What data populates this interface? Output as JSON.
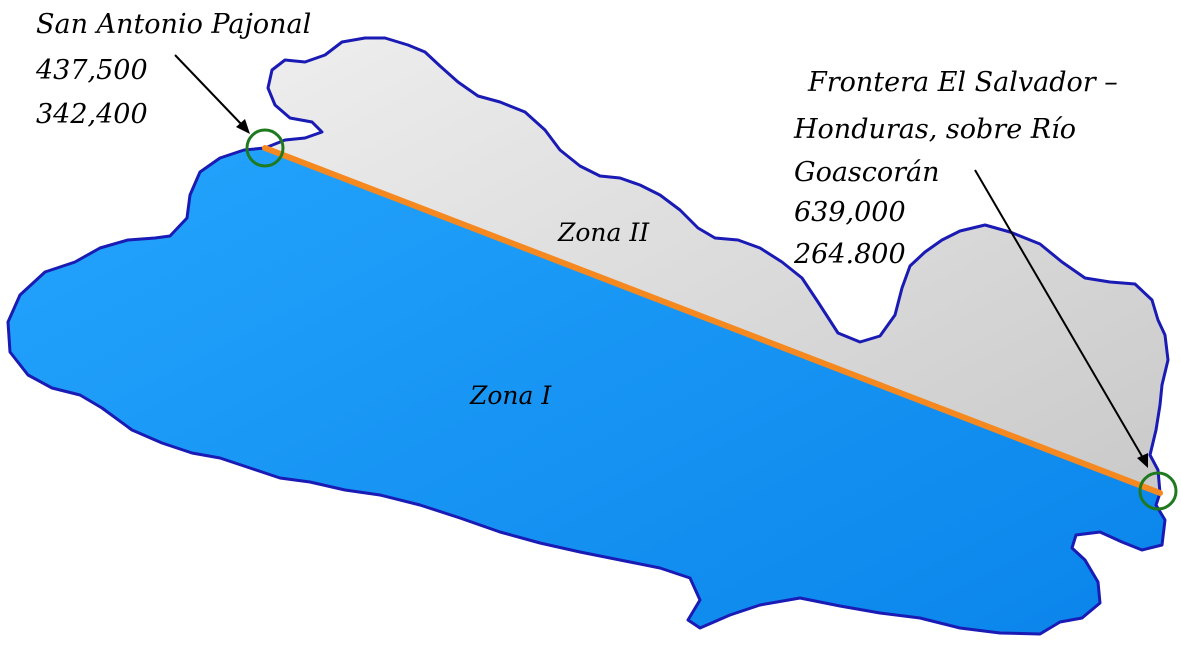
{
  "map": {
    "colors": {
      "zone_one_fill": "#1e90ff",
      "zone_two_fill": "#d4d4d4",
      "border": "#1a1ab4",
      "dividing_line": "#f5891f",
      "marker_circle": "#1f7a1f",
      "arrow": "#000000"
    },
    "zones": {
      "zone_one": "Zona I",
      "zone_two": "Zona II"
    },
    "points": {
      "west": {
        "name": "San Antonio Pajonal",
        "x": "437,500",
        "y": "342,400"
      },
      "east": {
        "line1": "Frontera El Salvador –",
        "line2": "Honduras, sobre Río",
        "line3": "Goascorán",
        "x": "639,000",
        "y": "264.800"
      }
    }
  }
}
